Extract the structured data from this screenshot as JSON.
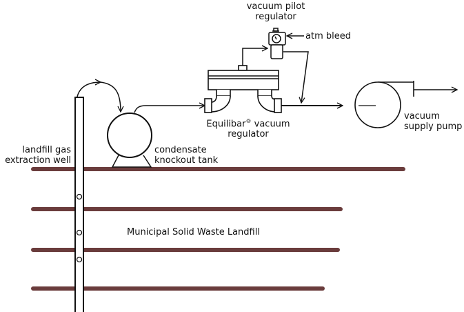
{
  "labels": {
    "pilot_regulator": [
      "vacuum pilot",
      "regulator"
    ],
    "atm_bleed": "atm bleed",
    "equilibar_regulator": [
      "Equilibar",
      "®",
      "vacuum",
      "regulator"
    ],
    "vacuum_pump": [
      "vacuum",
      "supply pump"
    ],
    "well": [
      "landfill gas",
      "extraction well"
    ],
    "knockout_tank": [
      "condensate",
      "knockout tank"
    ],
    "landfill": "Municipal Solid Waste Landfill"
  },
  "colors": {
    "layer": "#6a3c3c",
    "line": "#111111"
  }
}
